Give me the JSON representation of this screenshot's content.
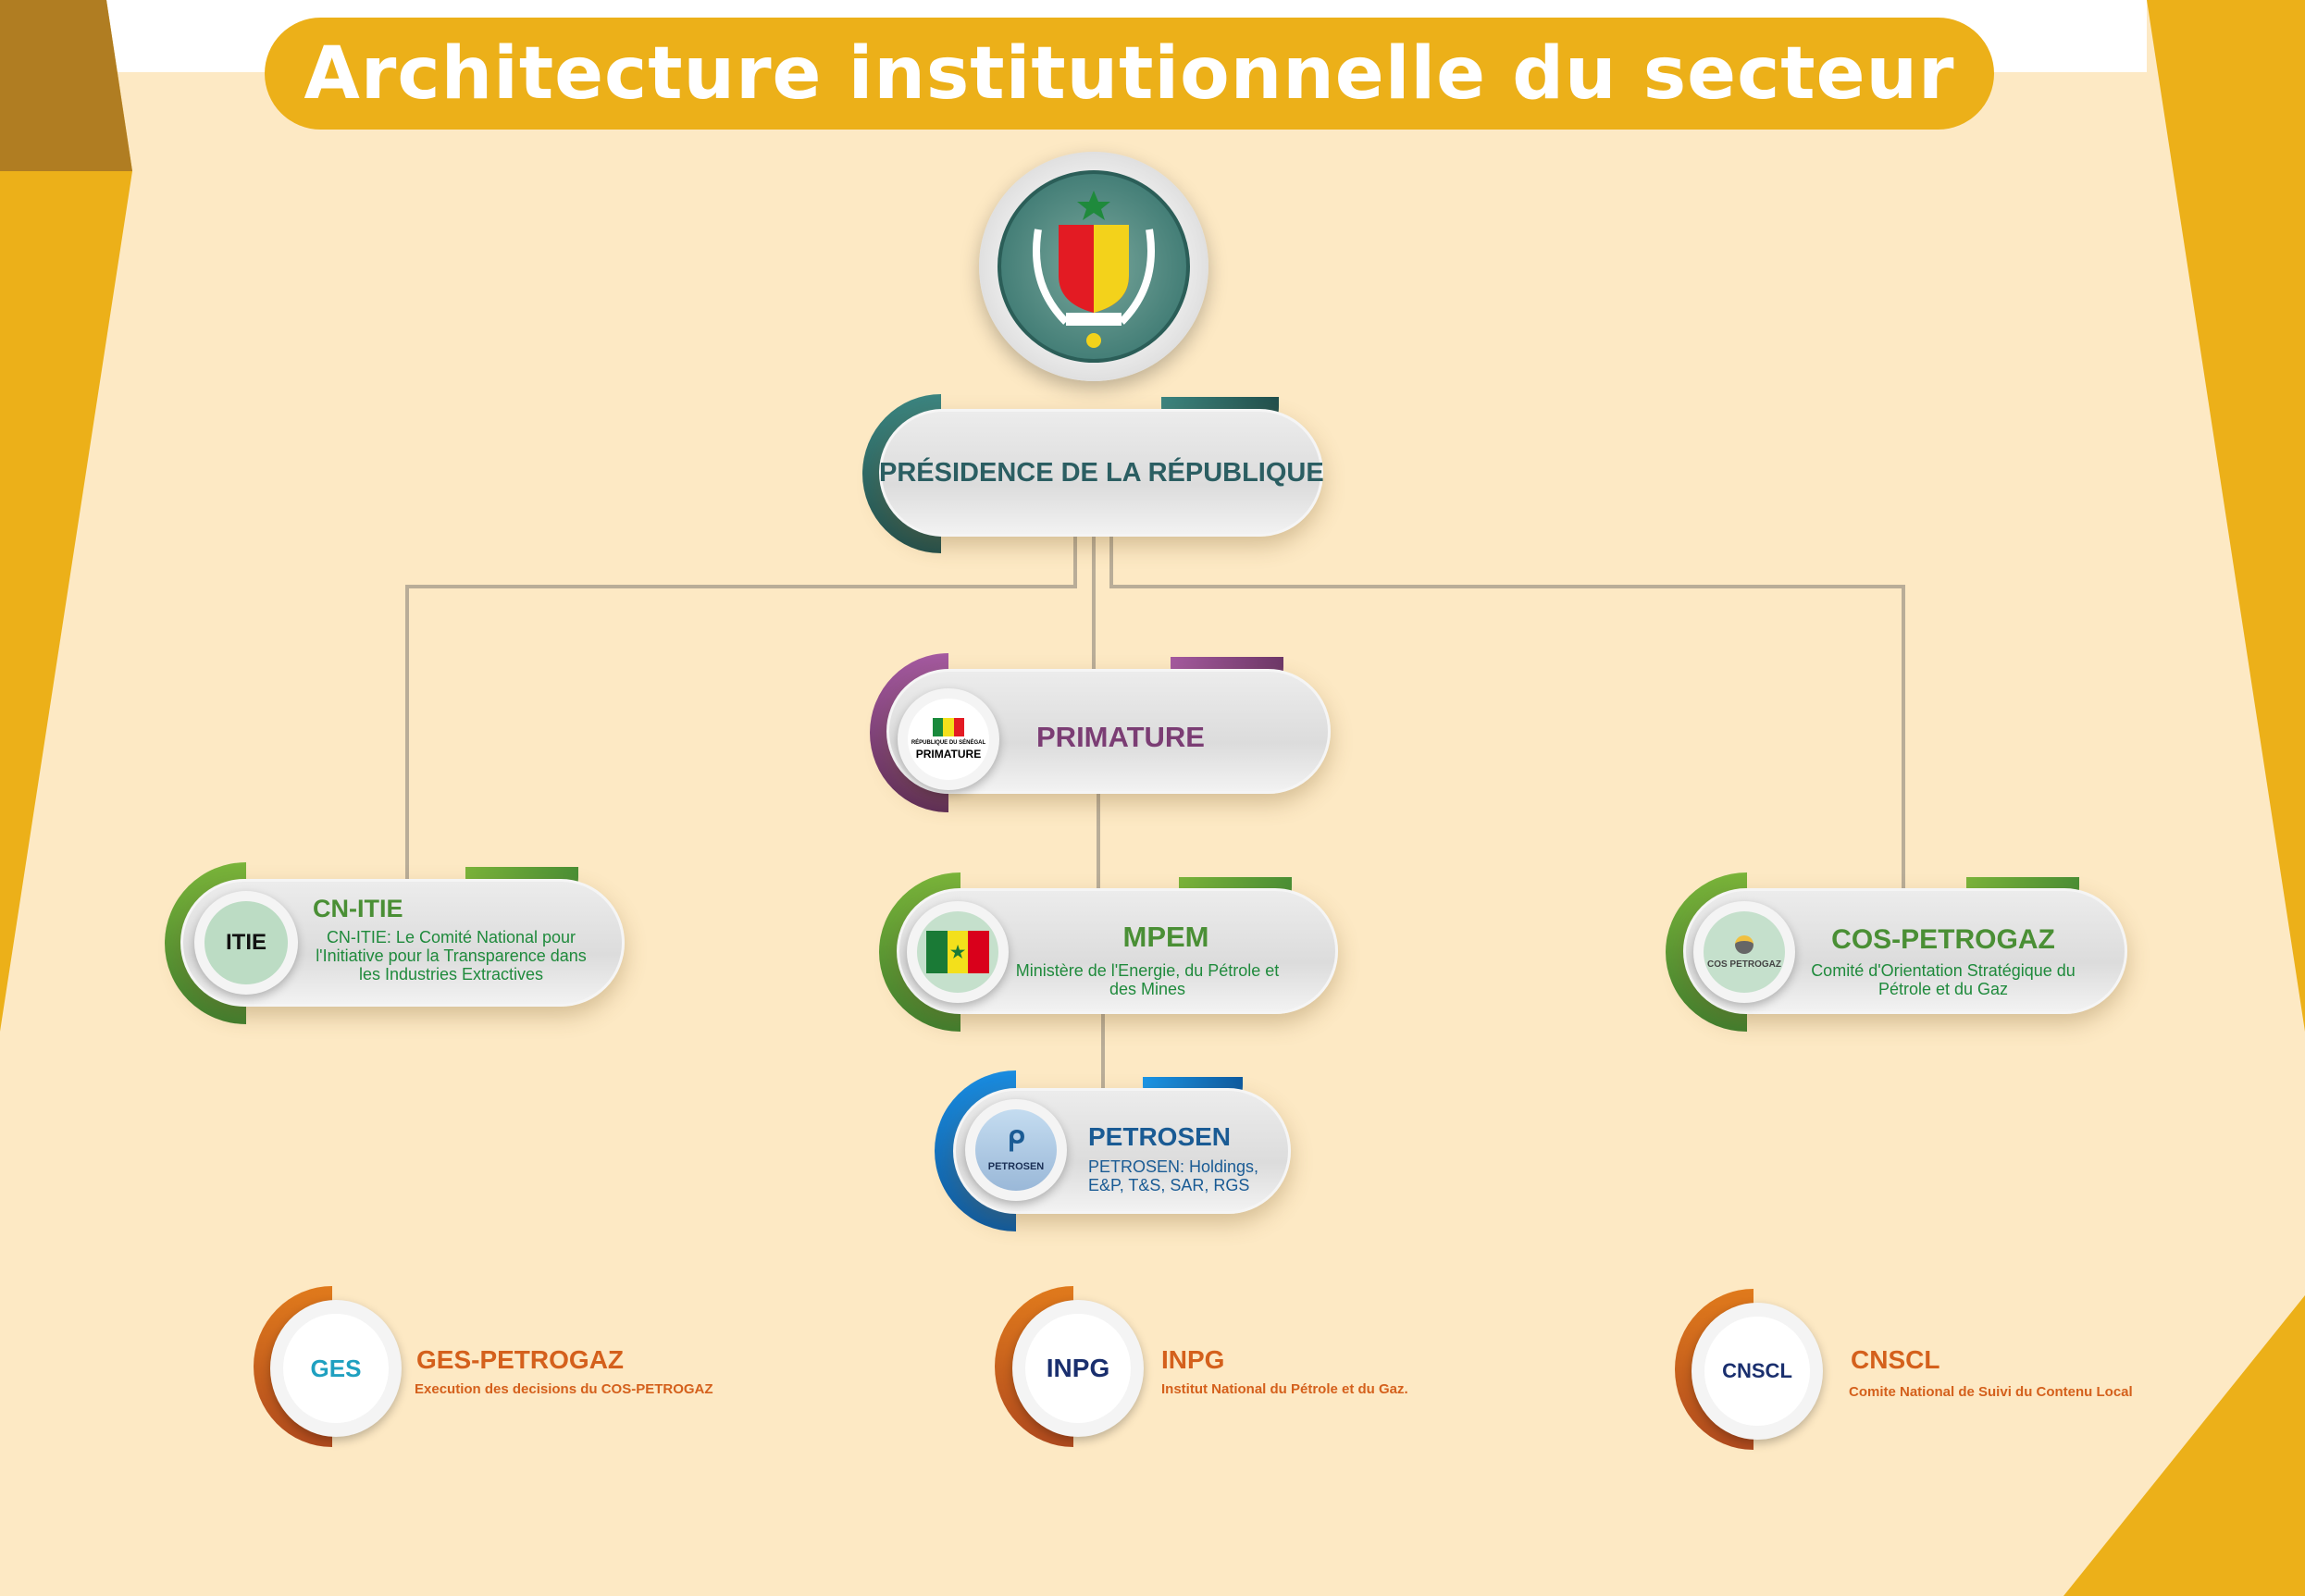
{
  "title": "Architecture institutionnelle du secteur",
  "colors": {
    "background": "#fde9c4",
    "gold": "#ecb019",
    "teal": "#2e6e68",
    "purple": "#7b3d74",
    "green": "#4a8f35",
    "blue": "#1a5b94",
    "orange": "#d4601c"
  },
  "nodes": {
    "presidence": {
      "name": "PRÉSIDENCE DE LA RÉPUBLIQUE"
    },
    "primature": {
      "name": "PRIMATURE",
      "logo_title": "PRIMATURE",
      "logo_sub": "RÉPUBLIQUE DU SÉNÉGAL"
    },
    "cn_itie": {
      "name": "CN-ITIE",
      "desc": "CN-ITIE: Le Comité National pour l'Initiative pour la Transparence dans les Industries Extractives",
      "logo": "ITIE"
    },
    "mpem": {
      "name": "MPEM",
      "desc": "Ministère de l'Energie, du Pétrole et des Mines"
    },
    "cos_petrogaz": {
      "name": "COS-PETROGAZ",
      "desc": "Comité d'Orientation Stratégique du Pétrole et du Gaz",
      "logo": "COS PETROGAZ"
    },
    "petrosen": {
      "name": "PETROSEN",
      "desc": "PETROSEN: Holdings, E&P, T&S, SAR, RGS",
      "logo": "PETROSEN"
    }
  },
  "bottom": [
    {
      "name": "GES-PETROGAZ",
      "desc": "Execution des decisions du COS-PETROGAZ",
      "logo": "GES"
    },
    {
      "name": "INPG",
      "desc": "Institut National du Pétrole et du Gaz.",
      "logo": "INPG"
    },
    {
      "name": "CNSCL",
      "desc": "Comite National de Suivi du Contenu Local",
      "logo": "CNSCL"
    }
  ]
}
